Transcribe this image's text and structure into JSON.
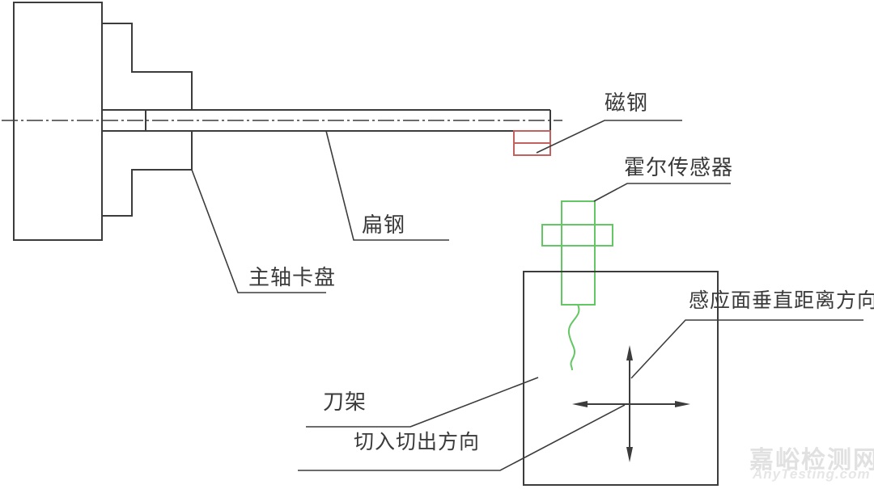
{
  "diagram": {
    "title_hint": "lathe spindle hall-sensor measurement setup drawing",
    "colors": {
      "background": "#ffffff",
      "line": "#3c3c3c",
      "magnet_outline": "#c2615d",
      "sensor_outline": "#63c763",
      "watermark": "#e1e1e1"
    },
    "labels": {
      "magnet": "磁钢",
      "hall_sensor": "霍尔传感器",
      "flat_steel": "扁钢",
      "spindle_chuck": "主轴卡盘",
      "tool_post": "刀架",
      "sensing_direction": "感应面垂直距离方向",
      "cut_direction": "切入切出方向"
    },
    "watermark": {
      "site_name": "嘉峪检测网",
      "site_domain": "AnyTesting.com"
    }
  }
}
